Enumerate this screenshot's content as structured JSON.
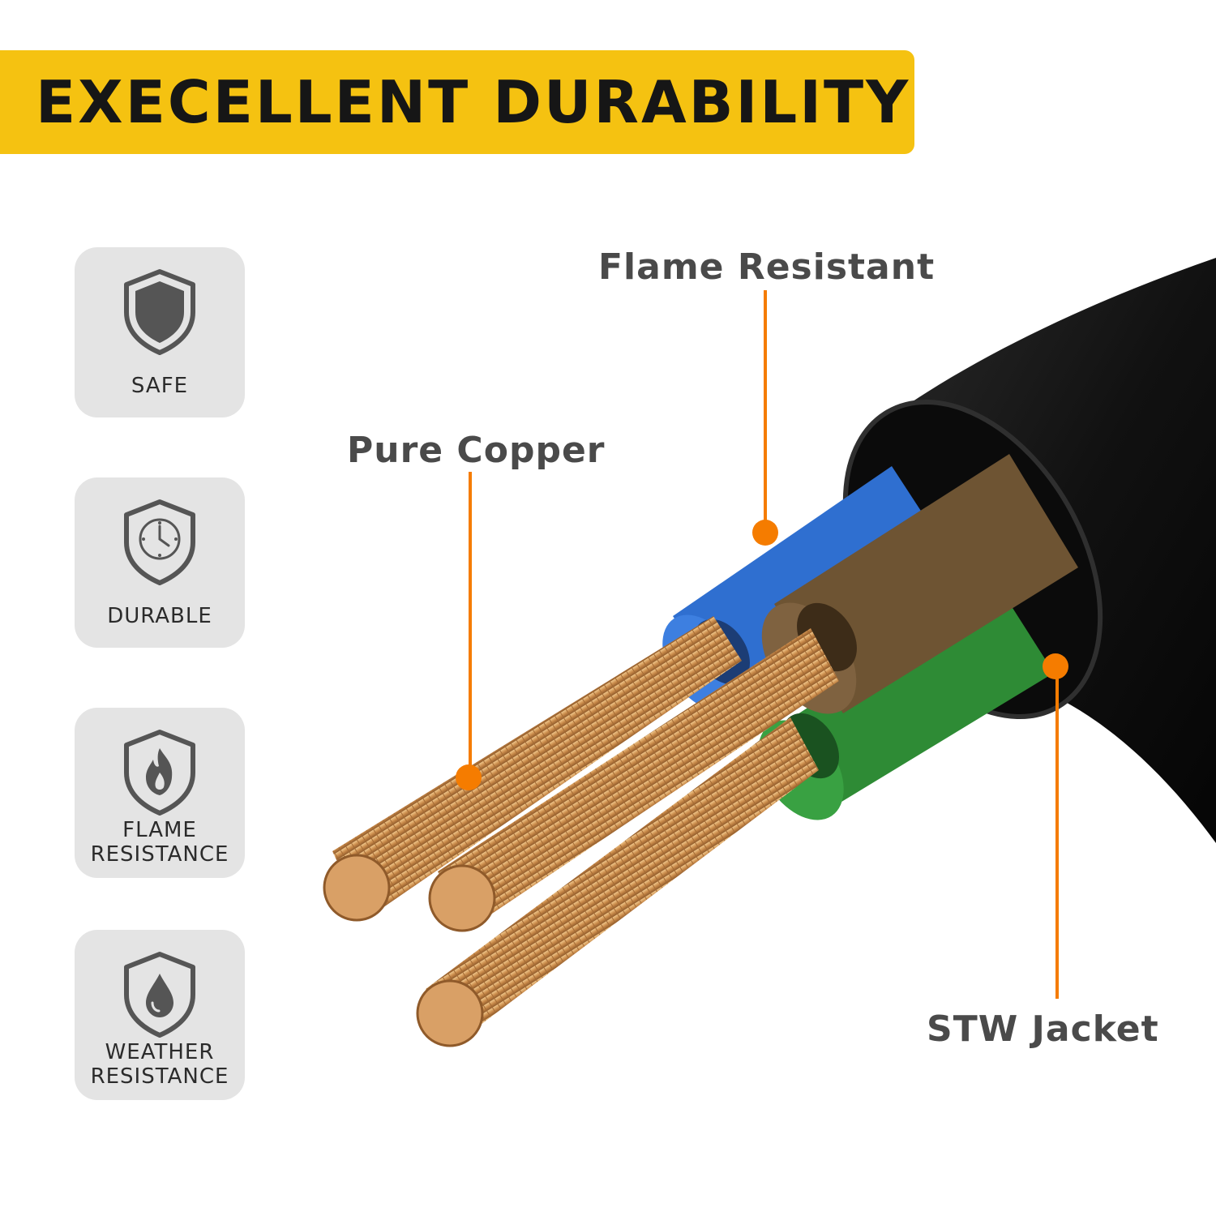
{
  "banner": {
    "title": "EXECELLENT DURABILITY"
  },
  "features": {
    "safe": {
      "label": "SAFE",
      "icon": "shield-icon"
    },
    "durable": {
      "label": "DURABLE",
      "icon": "shield-clock-icon"
    },
    "flame": {
      "line1": "FLAME",
      "line2": "RESISTANCE",
      "icon": "shield-flame-icon"
    },
    "weather": {
      "line1": "WEATHER",
      "line2": "RESISTANCE",
      "icon": "shield-water-drop-icon"
    }
  },
  "callouts": {
    "flame_resistant": "Flame Resistant",
    "pure_copper": "Pure Copper",
    "stw_jacket": "STW Jacket"
  },
  "colors": {
    "banner": "#f5c211",
    "accent": "#f57c00",
    "card": "#e4e4e4",
    "jacket": "#151515",
    "wire_blue": "#2f6fd0",
    "wire_brown": "#6e5433",
    "wire_green": "#2e8b35",
    "copper": "#d9a066"
  }
}
